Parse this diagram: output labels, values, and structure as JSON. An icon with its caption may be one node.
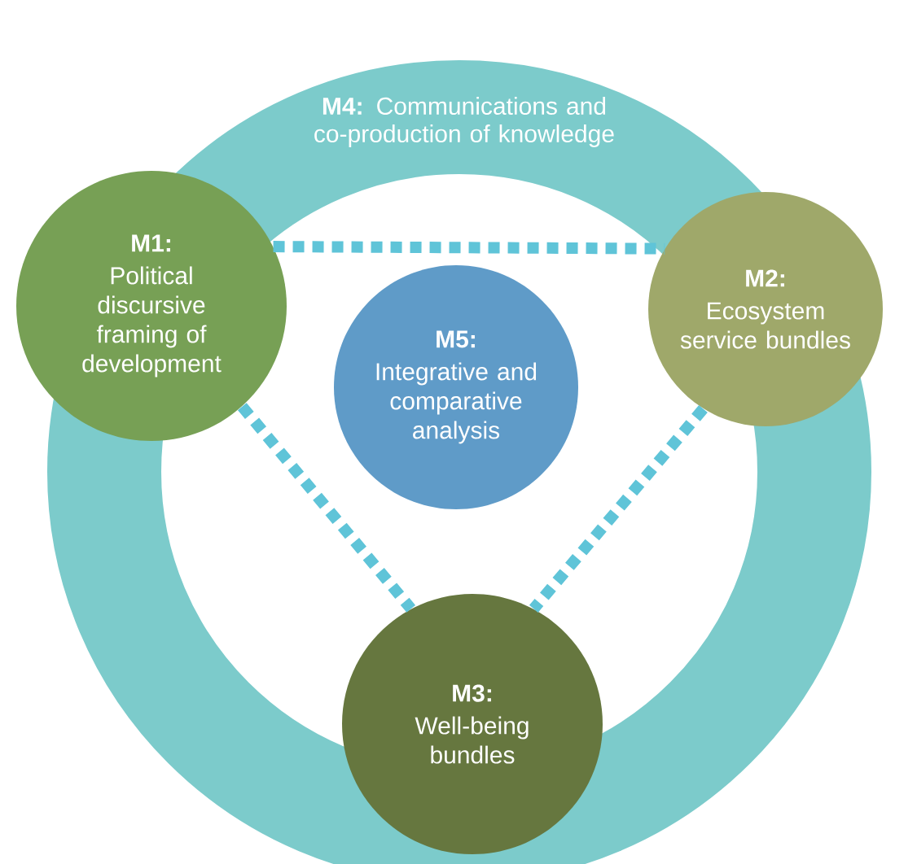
{
  "diagram": {
    "nodes": [
      {
        "text": [
          "M4:",
          "Communications and co-production of knowledge"
        ]
      },
      {
        "text": [
          "M1:",
          "Political discursive framing of development"
        ]
      },
      {
        "text": [
          "M2:",
          "Ecosystem service bundles"
        ]
      },
      {
        "text": [
          "M5:",
          "Integrative and comparative analysis"
        ]
      },
      {
        "text": [
          "M3:",
          "Well-being bundles"
        ]
      }
    ],
    "edges": [
      {
        "from": 1,
        "to": 2,
        "arrow": "none",
        "style": "dashed"
      },
      {
        "from": 1,
        "to": 4,
        "arrow": "none",
        "style": "dashed"
      },
      {
        "from": 2,
        "to": 4,
        "arrow": "none",
        "style": "dashed"
      }
    ]
  }
}
